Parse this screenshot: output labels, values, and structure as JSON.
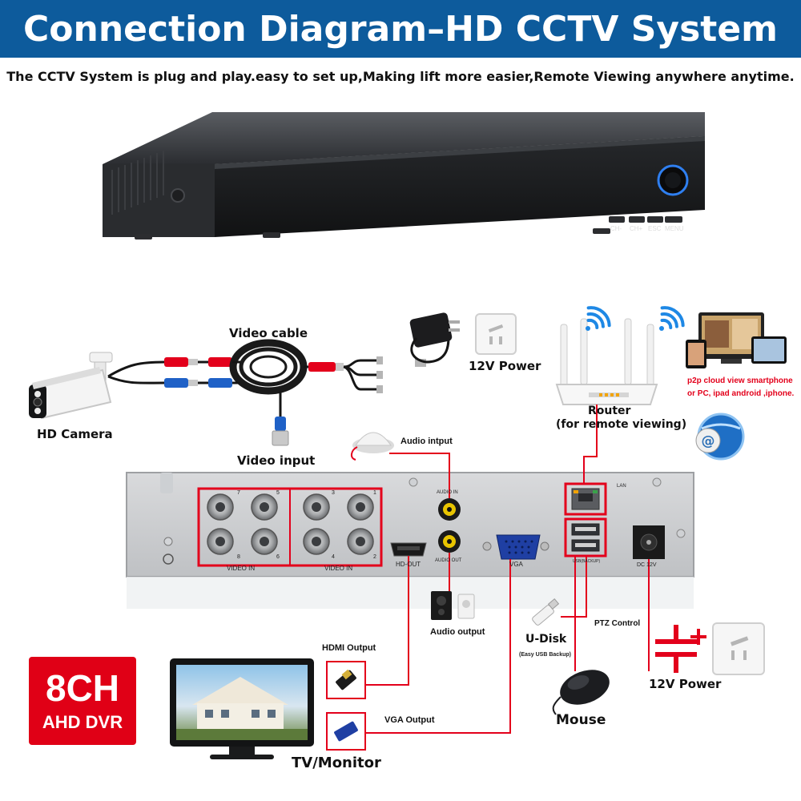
{
  "header": {
    "title": "Connection Diagram–HD CCTV System",
    "subtitle": "The CCTV System is plug and play.easy to set up,Making lift more easier,Remote Viewing anywhere anytime."
  },
  "dvr_front": {
    "buttons": [
      "CH-",
      "CH+",
      "ESC",
      "MENU"
    ]
  },
  "labels": {
    "video_cable": "Video cable",
    "power_top": "12V Power",
    "hd_camera": "HD Camera",
    "video_input": "Video input",
    "audio_input": "Audio intput",
    "router": "Router",
    "router_note": "(for remote viewing)",
    "p2p_line1": "p2p cloud  view smartphone",
    "p2p_line2": "or PC, ipad android ,iphone.",
    "audio_output": "Audio output",
    "hdmi_output": "HDMI Output",
    "vga_output": "VGA Output",
    "udisk": "U-Disk",
    "udisk_note": "(Easy USB Backup)",
    "ptz_control": "PTZ Control",
    "mouse": "Mouse",
    "power_bottom": "12V Power",
    "tv_monitor": "TV/Monitor"
  },
  "panel": {
    "video_in": "VIDEO IN",
    "audio_in": "AUDIO IN",
    "audio_out": "AUDIO OUT",
    "hd_out": "HD-OUT",
    "vga": "VGA",
    "lan": "LAN",
    "dc12v": "DC 12V",
    "usb_label": "USB(BACKUP)",
    "ports_left_top": [
      "7",
      "5"
    ],
    "ports_left_bottom": [
      "8",
      "6"
    ],
    "ports_right_top": [
      "3",
      "1"
    ],
    "ports_right_bottom": [
      "4",
      "2"
    ]
  },
  "badge": {
    "channels": "8CH",
    "type": "AHD DVR"
  },
  "colors": {
    "banner": "#0d5b9c",
    "wire": "#e3001b",
    "wifi": "#1e88e5",
    "badge": "#e00016"
  }
}
